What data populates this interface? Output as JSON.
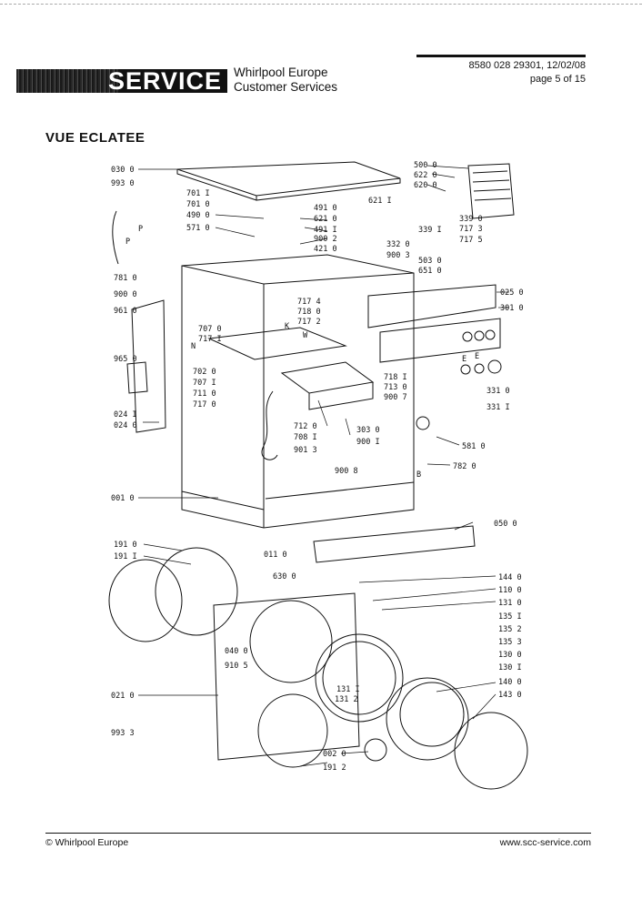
{
  "header": {
    "service_label": "SERVICE",
    "company_line1": "Whirlpool Europe",
    "company_line2": "Customer Services",
    "doc_ref": "8580 028 29301, 12/02/08",
    "page": "page 5 of 15"
  },
  "title": "VUE ECLATEE",
  "diagram_labels": [
    "030 0",
    "993 0",
    "701 I",
    "701 0",
    "490 0",
    "571 0",
    "491 0",
    "621 0",
    "491 I",
    "900 2",
    "421 0",
    "621 I",
    "500 0",
    "622 0",
    "620 0",
    "339 I",
    "339 0",
    "717 3",
    "717 5",
    "332 0",
    "900 3",
    "503 0",
    "651 0",
    "781 0",
    "900 0",
    "961 0",
    "965 0",
    "717 4",
    "718 0",
    "717 2",
    "707 0",
    "717 I",
    "702 0",
    "707 I",
    "711 0",
    "717 0",
    "025 0",
    "301 0",
    "718 I",
    "713 0",
    "900 7",
    "331 0",
    "331 I",
    "E",
    "E",
    "024 I",
    "024 0",
    "712 0",
    "708 I",
    "901 3",
    "303 0",
    "900 I",
    "581 0",
    "782 0",
    "900 8",
    "001 0",
    "050 0",
    "011 0",
    "191 0",
    "191 I",
    "630 0",
    "144 0",
    "110 0",
    "131 0",
    "135 I",
    "135 2",
    "135 3",
    "130 0",
    "130 I",
    "140 0",
    "143 0",
    "040 0",
    "910 5",
    "131 I",
    "131 2",
    "021 0",
    "993 3",
    "002 0",
    "191 2",
    "P",
    "P",
    "N",
    "K",
    "W",
    "B"
  ],
  "footer": {
    "copyright": "© Whirlpool Europe",
    "website": "www.scc-service.com"
  }
}
